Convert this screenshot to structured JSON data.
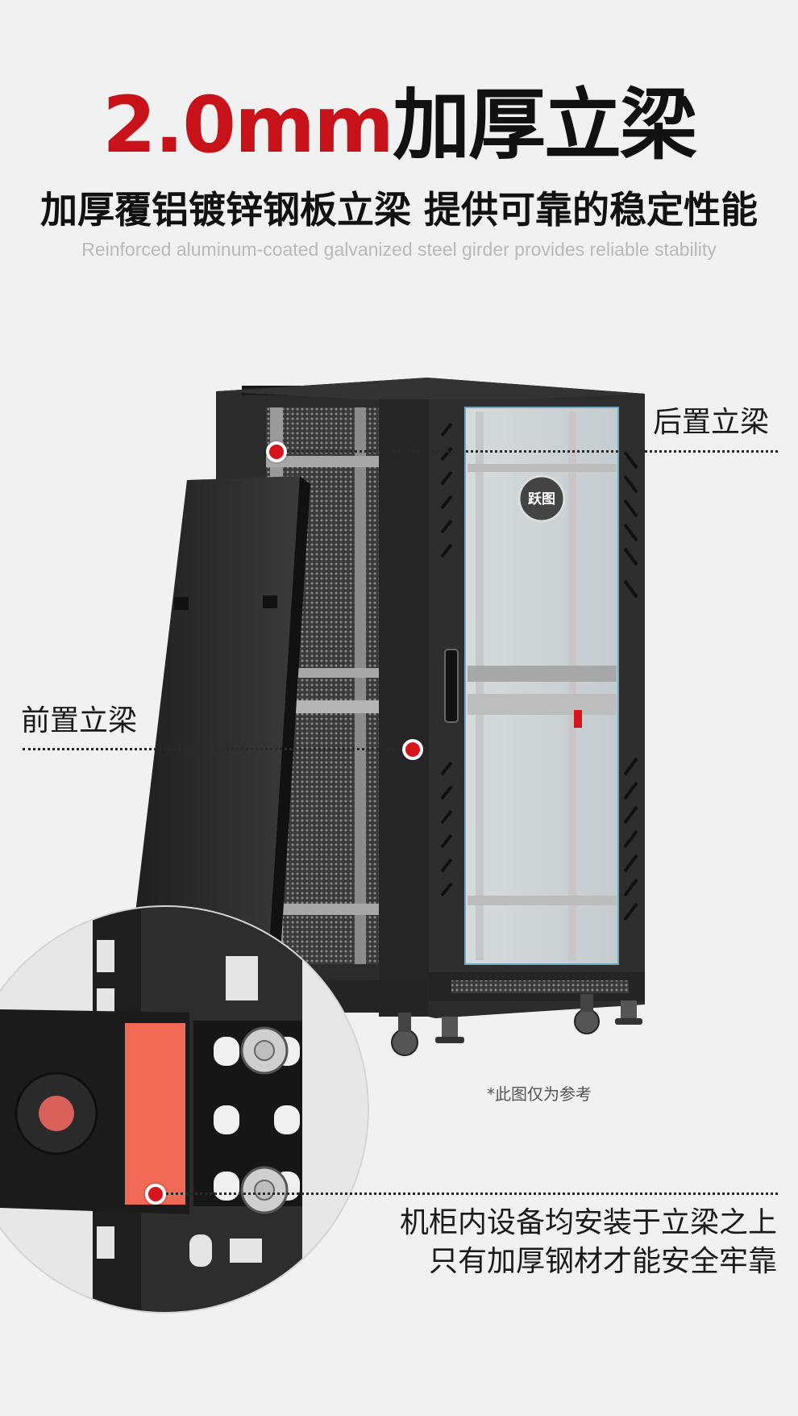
{
  "header": {
    "title_red": "2.0mm",
    "title_black": "加厚立梁",
    "subtitle": "加厚覆铝镀锌钢板立梁 提供可靠的稳定性能",
    "subtitle_en": "Reinforced aluminum-coated galvanized steel girder provides reliable stability"
  },
  "callouts": {
    "rear_label": "后置立梁",
    "front_label": "前置立梁"
  },
  "brand": {
    "badge_text": "跃图"
  },
  "note": "*此图仅为参考",
  "description": {
    "line1": "机柜内设备均安装于立梁之上",
    "line2": "只有加厚钢材才能安全牢靠"
  },
  "colors": {
    "accent_red": "#c8121a",
    "marker_red": "#d7141b",
    "cabinet_black": "#2b2b2b",
    "bracket_orange": "#f06a55"
  }
}
